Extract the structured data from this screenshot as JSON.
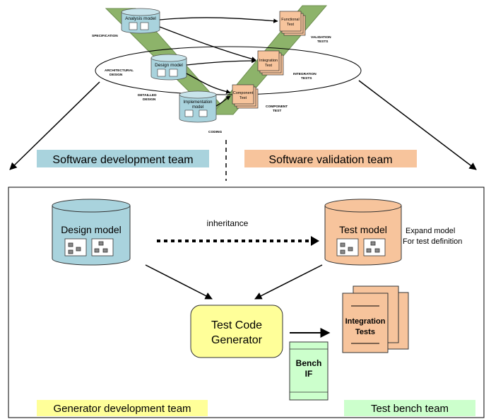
{
  "v_model": {
    "phases": {
      "specification": "SPECIFICATION",
      "architectural_design": [
        "ARCHITECTURAL",
        "DESIGN"
      ],
      "detailed_design": [
        "DETAILLED",
        "DESIGN"
      ],
      "coding": "CODING",
      "validation_tests": [
        "VALIDATION",
        "TESTS"
      ],
      "integration_tests": [
        "INTEGRATION",
        "TESTS"
      ],
      "component_test": [
        "COMPONENT",
        "TEST"
      ]
    },
    "models": {
      "analysis": "Analysis model",
      "design": "Design model",
      "implementation": [
        "Implementation",
        "model"
      ]
    },
    "tests": {
      "functional": [
        "Functional",
        "Test"
      ],
      "integration": [
        "Integration",
        "Test"
      ],
      "component": [
        "Component",
        "Test"
      ]
    }
  },
  "teams": {
    "software_development": "Software development team",
    "software_validation": "Software validation team",
    "generator_development": "Generator development team",
    "test_bench": "Test bench team"
  },
  "lower": {
    "design_model": "Design model",
    "test_model": "Test  model",
    "inheritance": "inheritance",
    "expand_note": [
      "Expand model",
      "For test definition"
    ],
    "generator": [
      "Test Code",
      "Generator"
    ],
    "integration_tests": [
      "Integration",
      "Tests"
    ],
    "bench_if": [
      "Bench",
      "IF"
    ]
  },
  "colors": {
    "v_green": "#8db36a",
    "model_blue": "#a9d3dd",
    "test_orange": "#f7c49c",
    "generator_yellow": "#ffff99",
    "bench_green": "#ccffcc",
    "team_dev_bg": "#a9d3dd",
    "team_val_bg": "#f7c49c",
    "team_gen_bg": "#ffff99",
    "team_bench_bg": "#ccffcc"
  }
}
